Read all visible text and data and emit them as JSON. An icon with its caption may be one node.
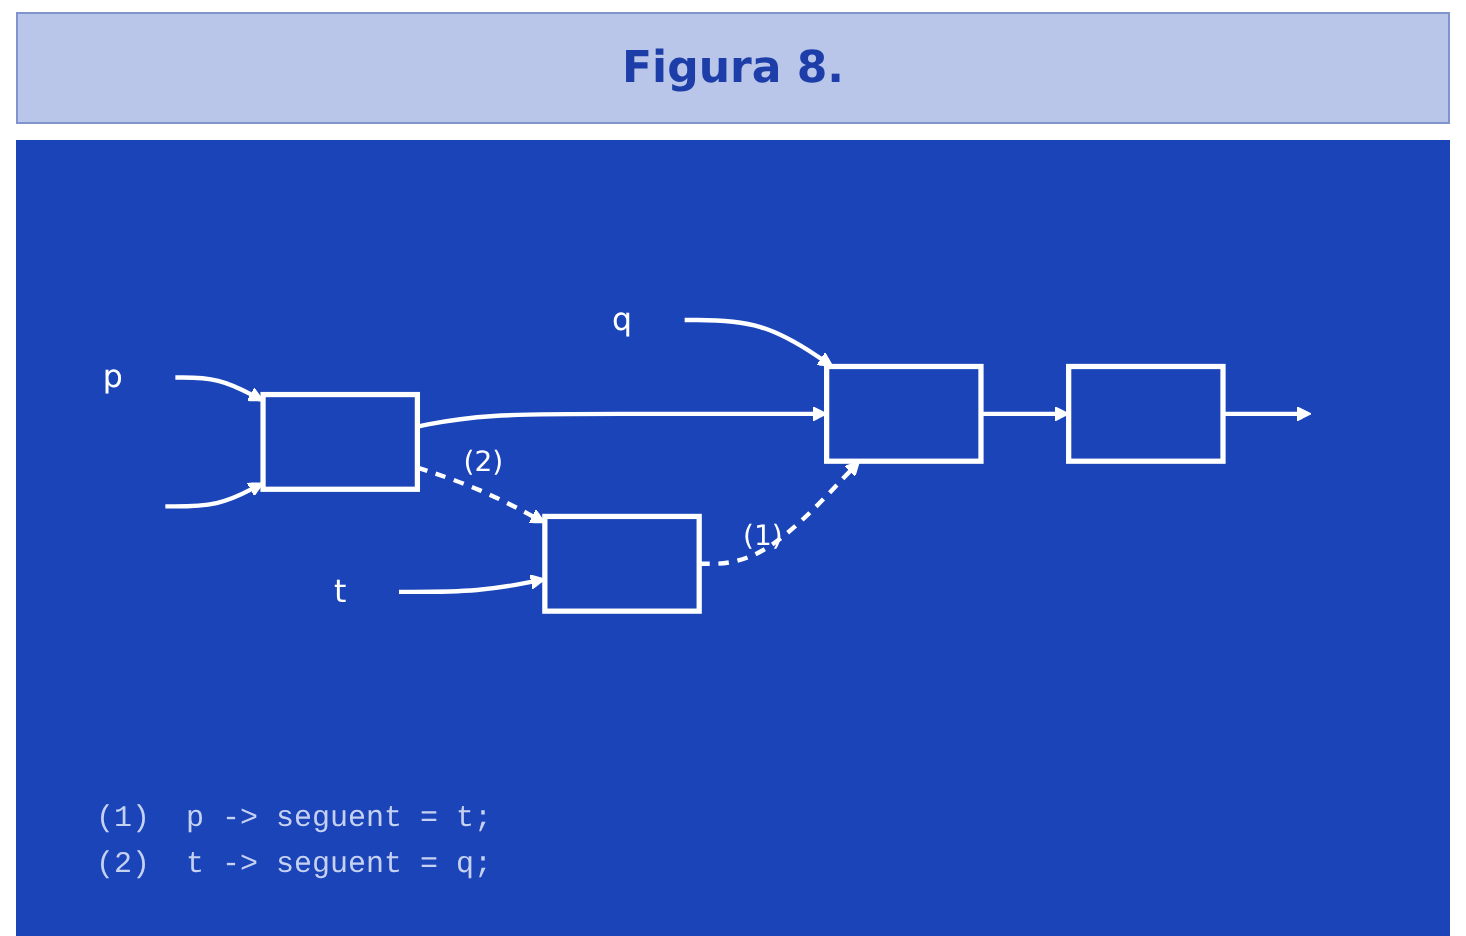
{
  "diagram": {
    "title": "Figura 8.",
    "nodes": [
      {
        "text": [
          "p"
        ]
      },
      {
        "text": [
          "q"
        ]
      },
      {
        "text": [],
        "shape": "box"
      },
      {
        "text": [],
        "shape": "box"
      },
      {
        "text": [],
        "shape": "box"
      },
      {
        "text": [
          "t"
        ]
      },
      {
        "text": [],
        "shape": "box"
      }
    ],
    "edges": [
      {
        "from": 0,
        "to": 2,
        "arrow": "to"
      },
      {
        "from": 1,
        "to": 3,
        "arrow": "to"
      },
      {
        "from": null,
        "to": 2,
        "arrow": "to"
      },
      {
        "from": 2,
        "to": 3,
        "arrow": "to"
      },
      {
        "from": 3,
        "to": 4,
        "arrow": "to"
      },
      {
        "from": 4,
        "to": null,
        "arrow": "to"
      },
      {
        "from": 2,
        "to": 6,
        "label": "(2)",
        "arrow": "to",
        "style": "dashed"
      },
      {
        "from": 5,
        "to": 6,
        "arrow": "to"
      },
      {
        "from": 6,
        "to": 3,
        "label": "(1)",
        "arrow": "to",
        "style": "dashed"
      }
    ],
    "labels": [
      "(1)  p -> seguent = t;",
      "(2)  t -> seguent = q;"
    ]
  }
}
